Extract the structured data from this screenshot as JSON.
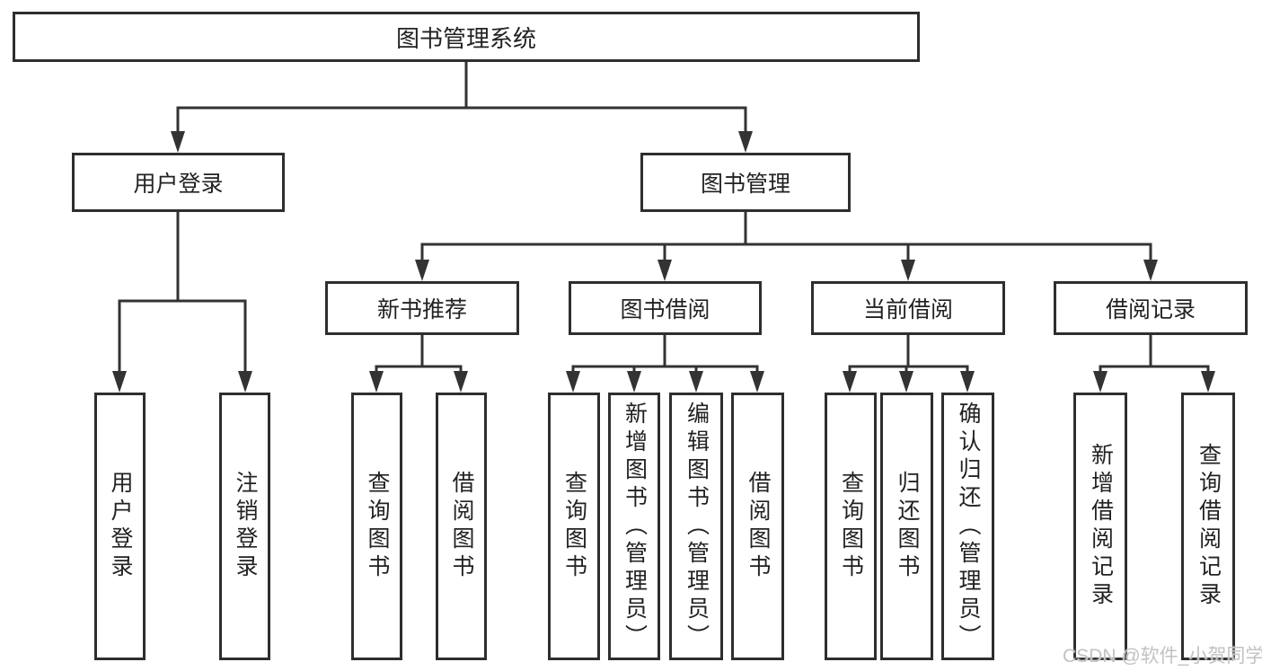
{
  "colors": {
    "line": "#333333",
    "box_border": "#2e2e2e",
    "text": "#222222",
    "background": "#ffffff",
    "watermark": "#c2c2c2"
  },
  "watermark": {
    "text": "CSDN @软件_小贺同学"
  },
  "hierarchy": {
    "root": "图书管理系统",
    "children": [
      {
        "label": "用户登录",
        "children": [
          "用户登录",
          "注销登录"
        ]
      },
      {
        "label": "图书管理",
        "children": [
          {
            "label": "新书推荐",
            "children": [
              "查询图书",
              "借阅图书"
            ]
          },
          {
            "label": "图书借阅",
            "children": [
              "查询图书",
              "新增图书（管理员）",
              "编辑图书（管理员）",
              "借阅图书"
            ]
          },
          {
            "label": "当前借阅",
            "children": [
              "查询图书",
              "归还图书",
              "确认归还（管理员）"
            ]
          },
          {
            "label": "借阅记录",
            "children": [
              "新增借阅记录",
              "查询借阅记录"
            ]
          }
        ]
      }
    ]
  }
}
